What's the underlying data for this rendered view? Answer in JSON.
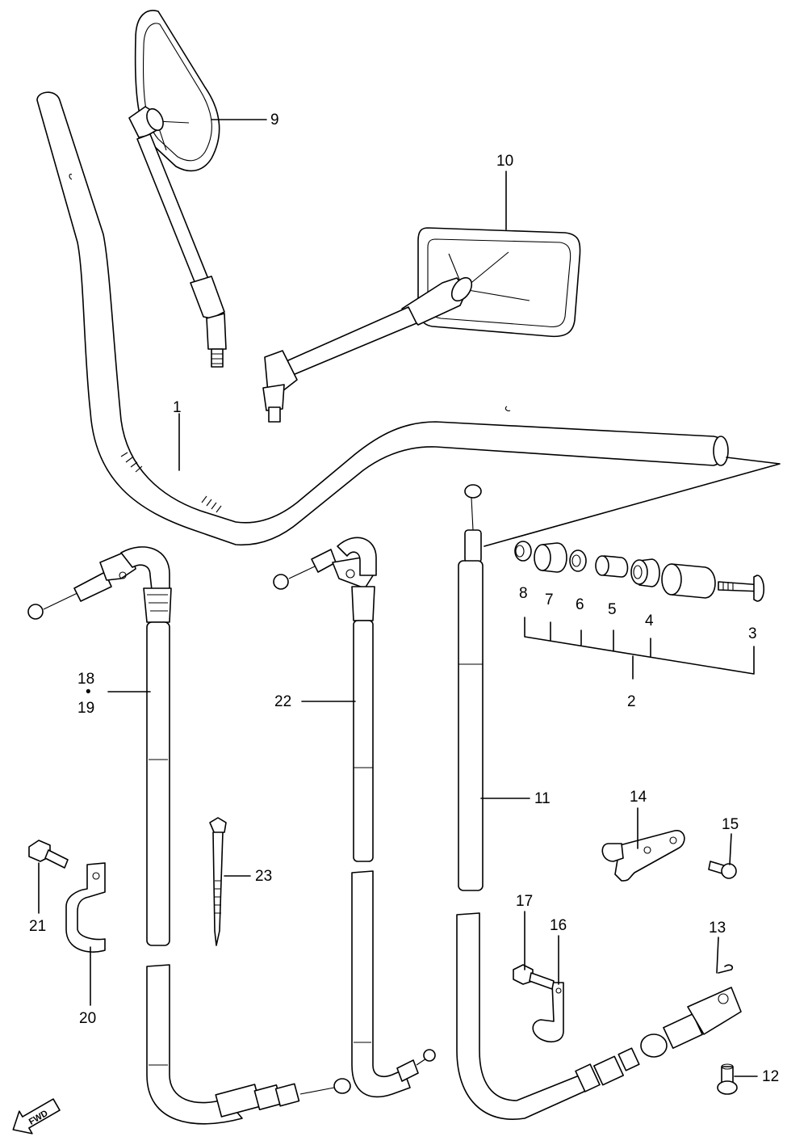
{
  "callouts": {
    "c1": "1",
    "c2": "2",
    "c3": "3",
    "c4": "4",
    "c5": "5",
    "c6": "6",
    "c7": "7",
    "c8": "8",
    "c9": "9",
    "c10": "10",
    "c11": "11",
    "c12": "12",
    "c13": "13",
    "c14": "14",
    "c15": "15",
    "c16": "16",
    "c17": "17",
    "c18": "18",
    "c19": "19",
    "c20": "20",
    "c21": "21",
    "c22": "22",
    "c23": "23"
  },
  "fwd_label": "FWD",
  "icons": {
    "fwd": "fwd-arrow-icon"
  }
}
